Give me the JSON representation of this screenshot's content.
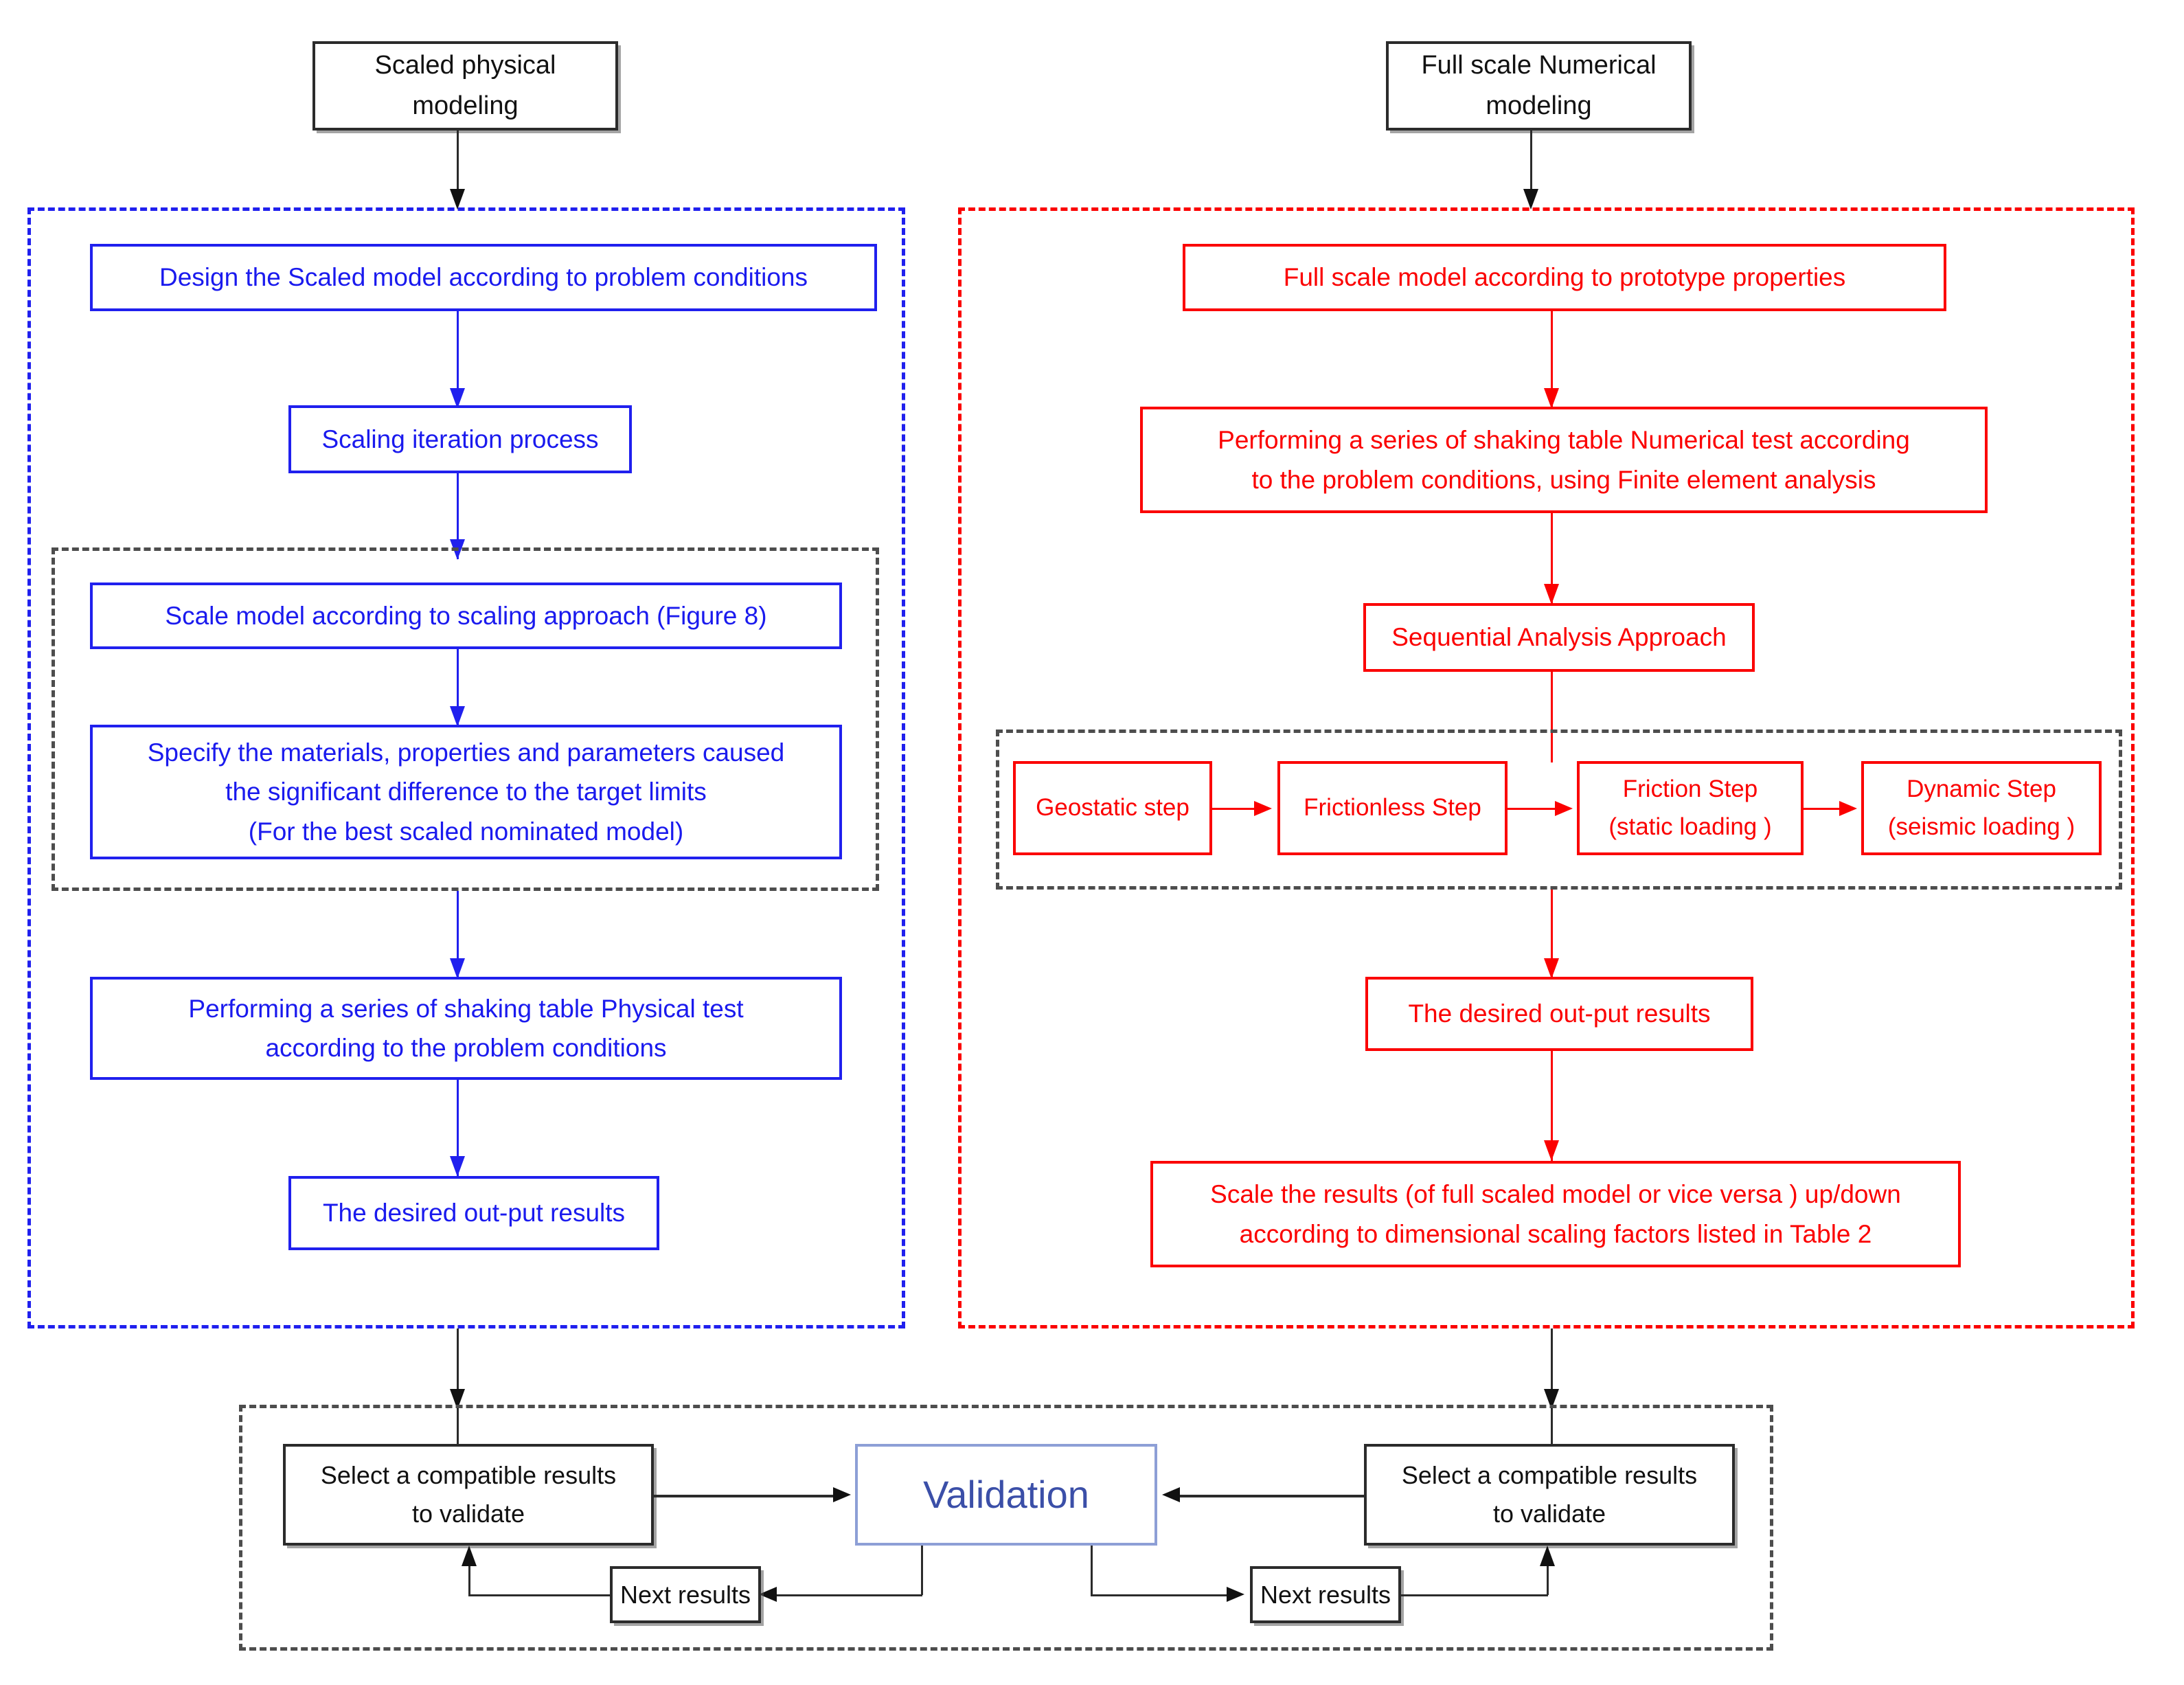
{
  "diagram": {
    "title": "Scaled physical modeling vs Full scale Numerical modeling workflow",
    "colors": {
      "physical_branch": "#2020ee",
      "numerical_branch": "#fb0000",
      "neutral": "#2b2b2b",
      "validation_border": "#8d9fd6",
      "validation_text": "#3b4fa8"
    }
  },
  "physical_branch": {
    "start_box": "Scaled  physical\nmodeling",
    "start_line1": "Scaled  physical",
    "start_line2": "modeling",
    "steps": {
      "design": "Design the Scaled model according to problem conditions",
      "iteration": "Scaling iteration process",
      "scale_model": "Scale model according to scaling approach (Figure 8)",
      "specify_line1": "Specify the materials, properties and parameters caused",
      "specify_line2": "the significant  difference to the target limits",
      "specify_line3": "(For the best scaled nominated model)",
      "performing_line1": "Performing  a series of  shaking table  Physical test",
      "performing_line2": "according to the problem conditions",
      "output": "The desired  out-put results"
    }
  },
  "numerical_branch": {
    "start_line1": "Full scale Numerical",
    "start_line2": "modeling",
    "steps": {
      "full_scale_model": "Full scale model according to prototype properties",
      "performing_line1": "Performing  a series of  shaking table  Numerical test  according",
      "performing_line2": "to the problem conditions, using Finite element analysis",
      "sequential": "Sequential Analysis Approach",
      "output": "The desired  out-put results",
      "scale_results_line1": "Scale the results (of full scaled model or vice versa ) up/down",
      "scale_results_line2": "according to dimensional scaling factors listed in Table 2"
    },
    "analysis_steps": [
      {
        "line1": "Geostatic step",
        "line2": ""
      },
      {
        "line1": "Frictionless Step",
        "line2": ""
      },
      {
        "line1": "Friction Step",
        "line2": "(static loading )"
      },
      {
        "line1": "Dynamic Step",
        "line2": "(seismic loading )"
      }
    ]
  },
  "validation_section": {
    "left_select_line1": "Select a compatible results",
    "left_select_line2": "to validate",
    "right_select_line1": "Select a compatible results",
    "right_select_line2": "to validate",
    "validation_label": "Validation",
    "left_next_results": "Next results",
    "right_next_results": "Next results"
  }
}
